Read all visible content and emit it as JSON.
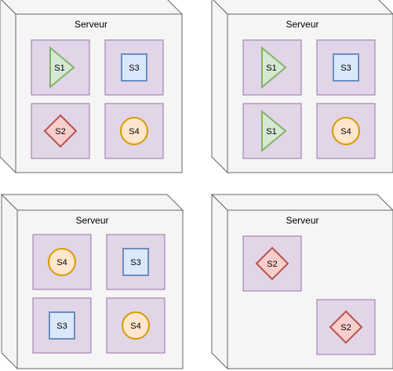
{
  "colors": {
    "server_front": "#f5f5f5",
    "server_side": "#f5f5f5",
    "server_stroke": "#666666",
    "slot_fill": "#e1d5e7",
    "slot_stroke": "#9673a6",
    "s1_fill": "#d5e8d4",
    "s1_stroke": "#82b366",
    "s2_fill": "#f8cecc",
    "s2_stroke": "#b85450",
    "s3_fill": "#dae8fc",
    "s3_stroke": "#6c8ebf",
    "s4_fill": "#ffe6cc",
    "s4_stroke": "#d79b00"
  },
  "shape_kinds": {
    "S1": "triangle",
    "S2": "diamond",
    "S3": "square",
    "S4": "circle"
  },
  "servers": [
    {
      "label": "Serveur",
      "services": [
        "S1",
        "S3",
        "S2",
        "S4"
      ]
    },
    {
      "label": "Serveur",
      "services": [
        "S1",
        "S3",
        "S1",
        "S4"
      ]
    },
    {
      "label": "Serveur",
      "services": [
        "S4",
        "S3",
        "S3",
        "S4"
      ]
    },
    {
      "label": "Serveur",
      "services": [
        "S2",
        "S2"
      ]
    }
  ]
}
